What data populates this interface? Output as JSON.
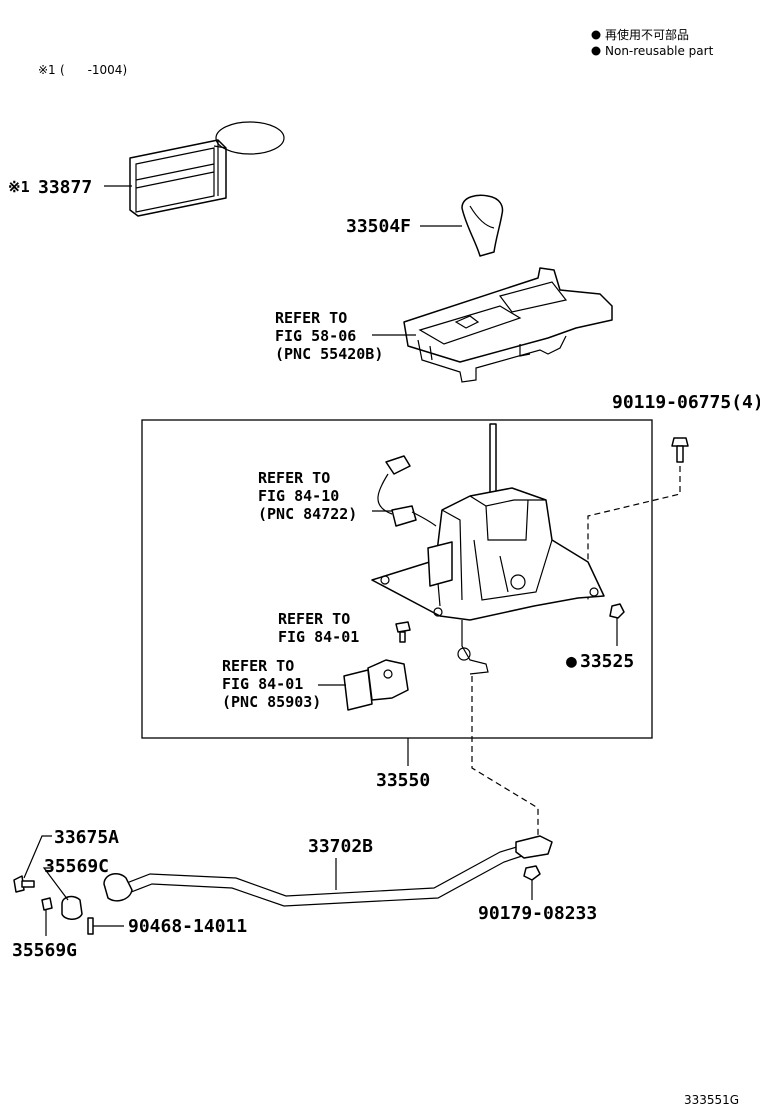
{
  "legend": {
    "line1": "再使用不可部品",
    "line2": "Non-reusable part"
  },
  "note": {
    "mark": "※1",
    "text": "(      -1004)"
  },
  "parts": {
    "p33877_mark": "※1",
    "p33877": "33877",
    "p33504F": "33504F",
    "p90119": "90119-06775(4)",
    "p33525": "33525",
    "p33550": "33550",
    "p33675A": "33675A",
    "p35569C": "35569C",
    "p35569G": "35569G",
    "p33702B": "33702B",
    "p90468": "90468-14011",
    "p90179": "90179-08233"
  },
  "refs": {
    "r1": {
      "l1": "REFER TO",
      "l2": "FIG 58-06",
      "l3": "(PNC 55420B)"
    },
    "r2": {
      "l1": "REFER TO",
      "l2": "FIG 84-10",
      "l3": "(PNC 84722)"
    },
    "r3": {
      "l1": "REFER TO",
      "l2": "FIG 84-01"
    },
    "r4": {
      "l1": "REFER TO",
      "l2": "FIG 84-01",
      "l3": "(PNC 85903)"
    }
  },
  "figure_id": "333551G",
  "bullet_symbol": "●"
}
